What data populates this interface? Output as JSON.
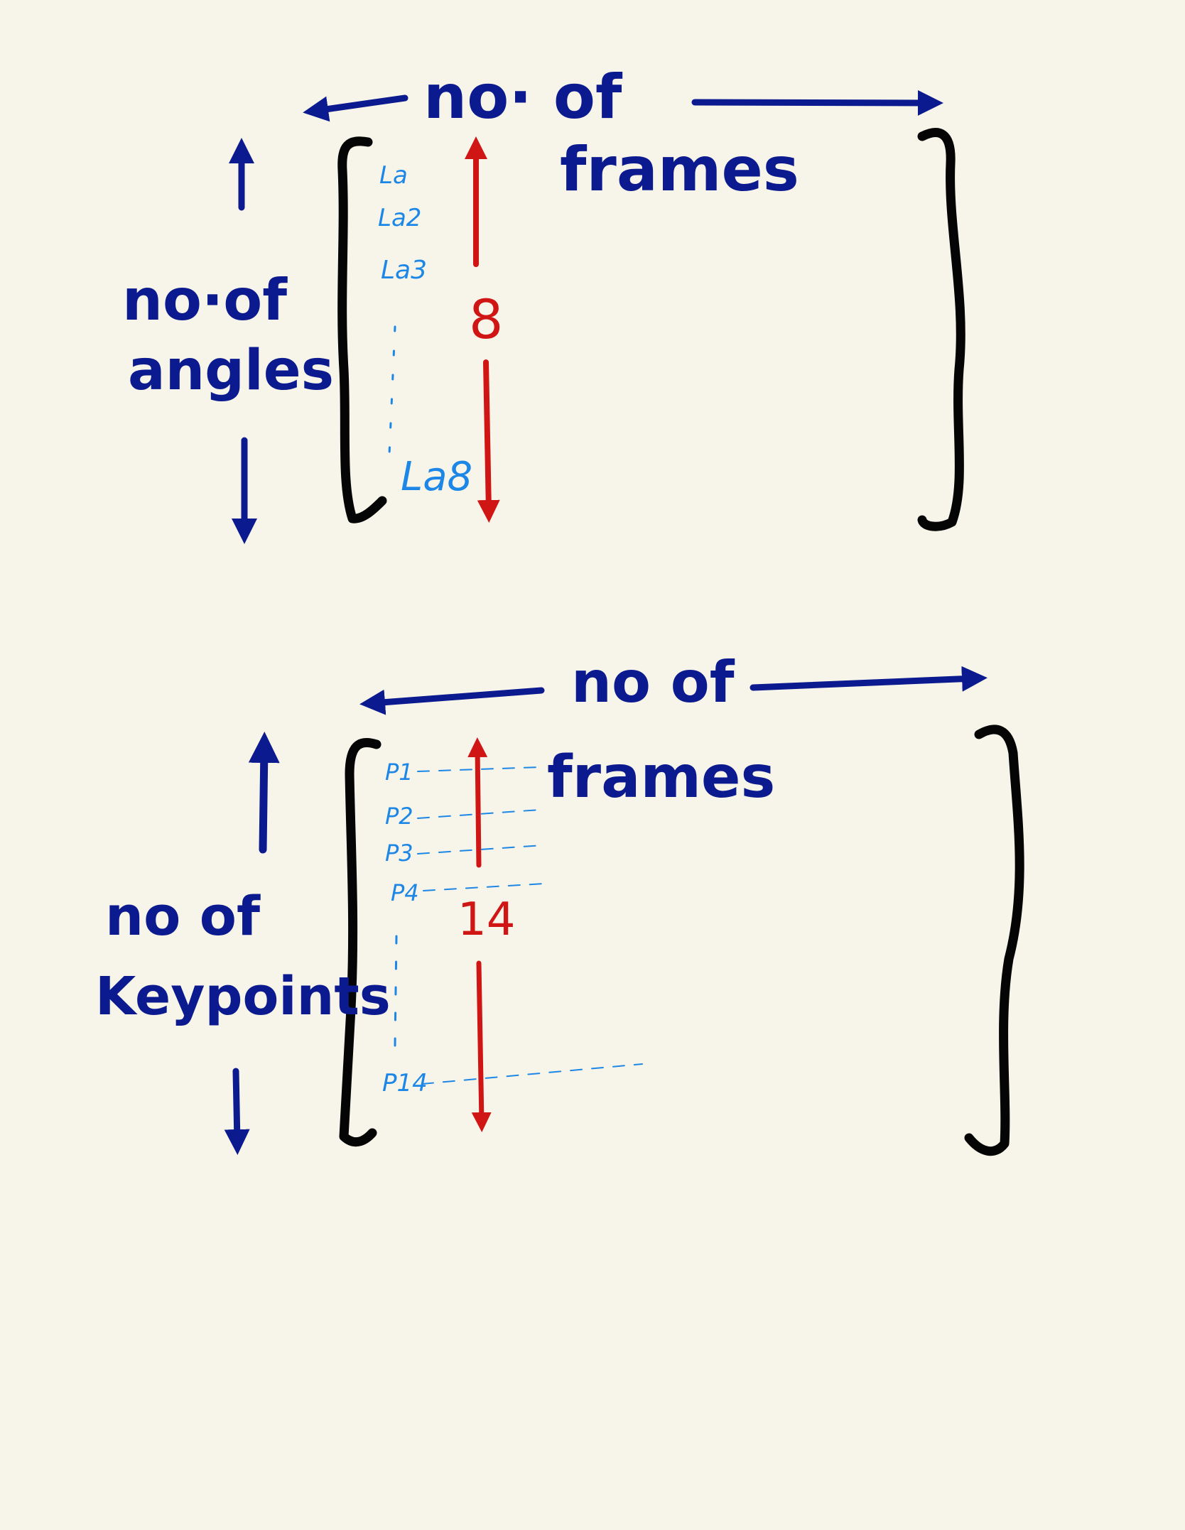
{
  "colors": {
    "background": "#f7f4e9",
    "dark_blue_ink": "#0c1a8f",
    "red_ink": "#d01515",
    "light_blue_ink": "#1c87e6",
    "black_ink": "#050505"
  },
  "matrix_angles": {
    "columns_label_line1": "no· of",
    "columns_label_line2": "frames",
    "rows_label_line1": "no·of",
    "rows_label_line2": "angles",
    "row_count": "8",
    "row_labels": {
      "first": "La",
      "second": "La2",
      "third": "La3",
      "last": "La8"
    }
  },
  "matrix_keypoints": {
    "columns_label_line1": "no of",
    "columns_label_line2": "frames",
    "rows_label_line1": "no of",
    "rows_label_line2": "Keypoints",
    "row_count": "14",
    "row_labels": {
      "first": "P1",
      "second": "P2",
      "third": "P3",
      "fourth": "P4",
      "last": "P14"
    }
  }
}
